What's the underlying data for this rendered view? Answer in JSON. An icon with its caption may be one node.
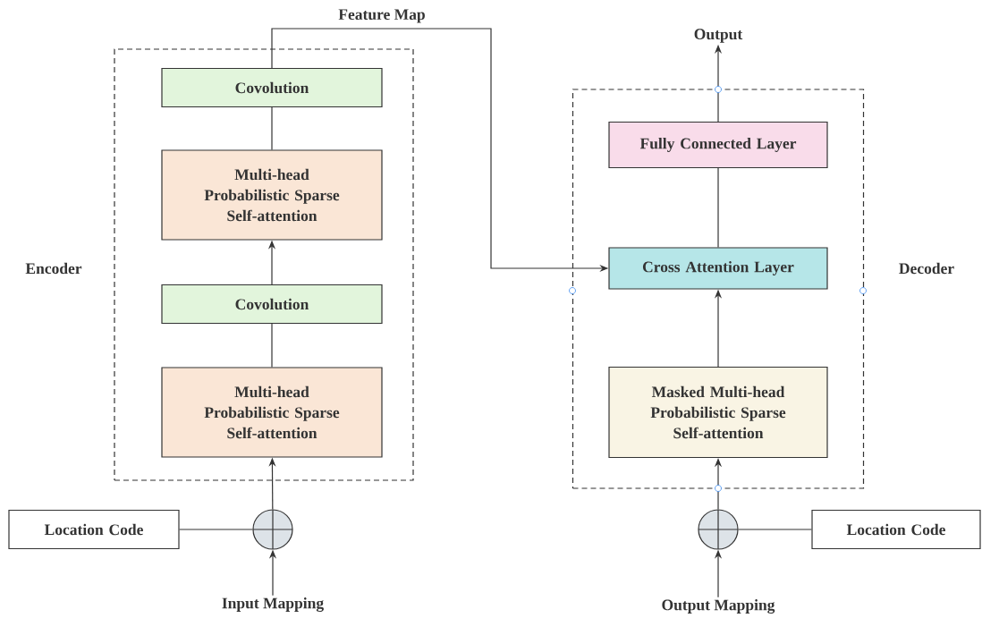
{
  "diagram": {
    "nodes": [
      {
        "text": [
          "Encoder"
        ]
      },
      {
        "text": [
          "Covolution"
        ],
        "in": 0
      },
      {
        "text": [
          "Multi-head Probabilistic Sparse Self-attention"
        ],
        "in": 0
      },
      {
        "text": [
          "Covolution"
        ],
        "in": 0
      },
      {
        "text": [
          "Multi-head Probabilistic Sparse Self-attention"
        ],
        "in": 0
      },
      {
        "text": [
          "Location Code"
        ]
      },
      {
        "text": [],
        "shape": "circle"
      },
      {
        "text": [
          "Input Mapping"
        ]
      },
      {
        "text": [
          "Decoder"
        ]
      },
      {
        "text": [
          "Fully Connected Layer"
        ],
        "in": 8
      },
      {
        "text": [
          "Cross Attention Layer"
        ],
        "in": 8
      },
      {
        "text": [
          "Masked Multi-head Probabilistic Sparse Self-attention"
        ],
        "in": 8
      },
      {
        "text": [],
        "shape": "circle"
      },
      {
        "text": [
          "Location Code"
        ]
      },
      {
        "text": [
          "Output Mapping"
        ]
      },
      {
        "text": [
          "Output"
        ]
      }
    ],
    "edges": [
      {
        "from": 7,
        "to": 6,
        "arrow": "to"
      },
      {
        "from": 5,
        "to": 6,
        "arrow": "none"
      },
      {
        "from": 6,
        "to": 4,
        "arrow": "to"
      },
      {
        "from": 4,
        "to": 3,
        "arrow": "none"
      },
      {
        "from": 3,
        "to": 2,
        "arrow": "to"
      },
      {
        "from": 2,
        "to": 1,
        "arrow": "none"
      },
      {
        "from": 1,
        "to": 10,
        "arrow": "to",
        "label": "Feature Map"
      },
      {
        "from": 11,
        "to": 10,
        "arrow": "to"
      },
      {
        "from": 10,
        "to": 9,
        "arrow": "none"
      },
      {
        "from": 9,
        "to": 15,
        "arrow": "to"
      },
      {
        "from": 14,
        "to": 12,
        "arrow": "to"
      },
      {
        "from": 13,
        "to": 12,
        "arrow": "none"
      },
      {
        "from": 12,
        "to": 11,
        "arrow": "to"
      }
    ]
  }
}
